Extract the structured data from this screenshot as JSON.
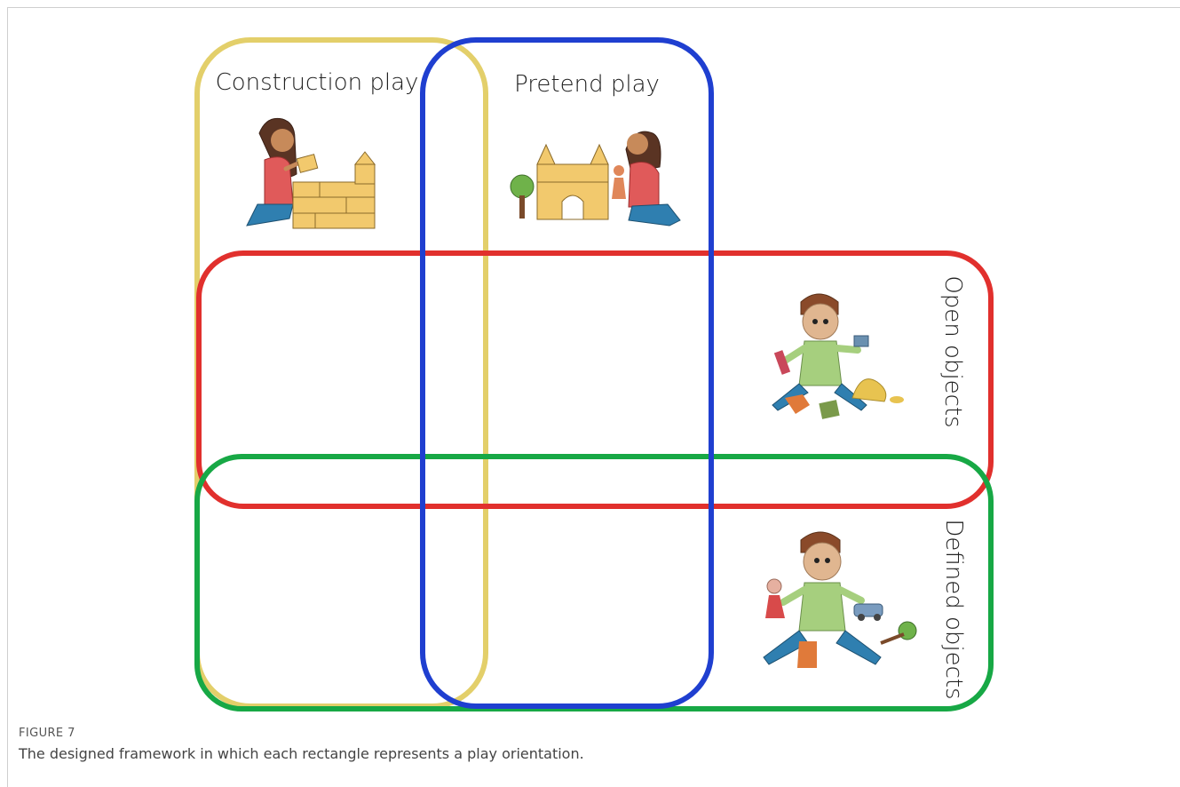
{
  "diagram": {
    "regions": {
      "construction": {
        "label": "Construction play",
        "color": "#e3cf6a"
      },
      "pretend": {
        "label": "Pretend play",
        "color": "#1f3fd0"
      },
      "open": {
        "label": "Open objects",
        "color": "#e1302d"
      },
      "defined": {
        "label": "Defined objects",
        "color": "#17a845"
      }
    },
    "icons": [
      "girl-building-blocks-icon",
      "girl-playing-with-castle-and-doll-icon",
      "boy-with-open-objects-icon",
      "boy-with-defined-toys-icon"
    ]
  },
  "figure": {
    "label": "FIGURE 7",
    "caption": "The designed framework in which each rectangle represents a play orientation."
  }
}
